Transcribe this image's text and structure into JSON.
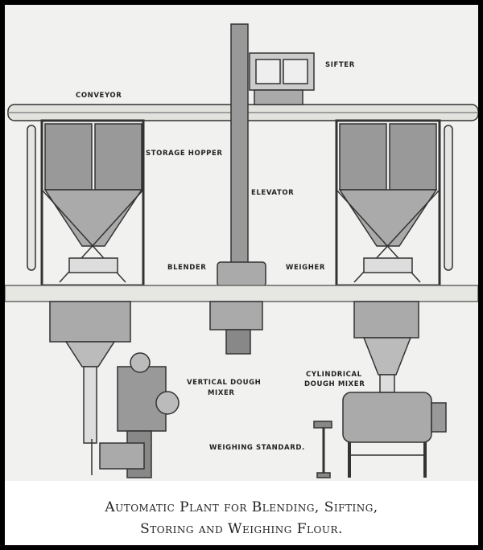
{
  "labels": {
    "conveyor": "CONVEYOR",
    "sifter": "SIFTER",
    "storage_hopper": "STORAGE HOPPER",
    "elevator": "ELEVATOR",
    "blender": "BLENDER",
    "weigher": "WEIGHER",
    "vertical_dough_mixer_1": "VERTICAL DOUGH",
    "vertical_dough_mixer_2": "MIXER",
    "cylindrical_dough_mixer_1": "CYLINDRICAL",
    "cylindrical_dough_mixer_2": "DOUGH MIXER",
    "weighing_standard": "WEIGHING STANDARD."
  },
  "caption": {
    "line1": "Automatic Plant for Blending, Sifting,",
    "line2": "Storing and Weighing Flour."
  }
}
